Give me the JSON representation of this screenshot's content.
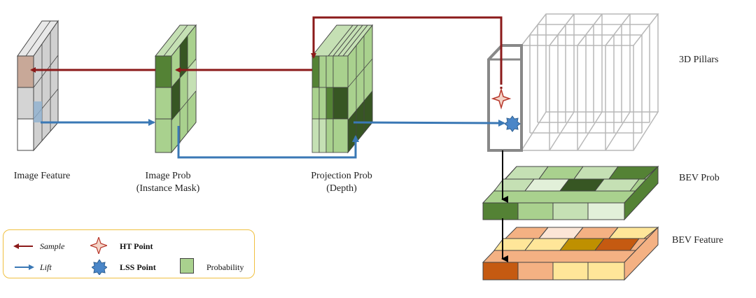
{
  "labels": {
    "image_feature": "Image Feature",
    "image_prob_line1": "Image Prob",
    "image_prob_line2": "(Instance Mask)",
    "projection_prob_line1": "Projection Prob",
    "projection_prob_line2": "(Depth)",
    "pillars": "3D Pillars",
    "bev_prob": "BEV Prob",
    "bev_feature": "BEV Feature"
  },
  "legend": {
    "sample": "Sample",
    "lift": "Lift",
    "ht_point": "HT Point",
    "lss_point": "LSS Point",
    "probability": "Probability"
  },
  "colors": {
    "sample_arrow": "#8b1a1a",
    "lift_arrow": "#3a78b5",
    "ht_point": "#b83a2e",
    "lss_point": "#4a86c8",
    "prob_light": "#c5e0b4",
    "prob_mid": "#a9d18e",
    "prob_dark": "#548235",
    "prob_darkest": "#375623",
    "feature_dark": "#c55a11",
    "feature_mid": "#f4b183",
    "feature_light": "#fbe5d6",
    "feature_yellow": "#ffe699",
    "legend_border": "#f0c040"
  },
  "icons": [
    "sample-arrow-icon",
    "lift-arrow-icon",
    "ht-point-star-icon",
    "lss-point-star-icon",
    "probability-swatch-icon"
  ]
}
